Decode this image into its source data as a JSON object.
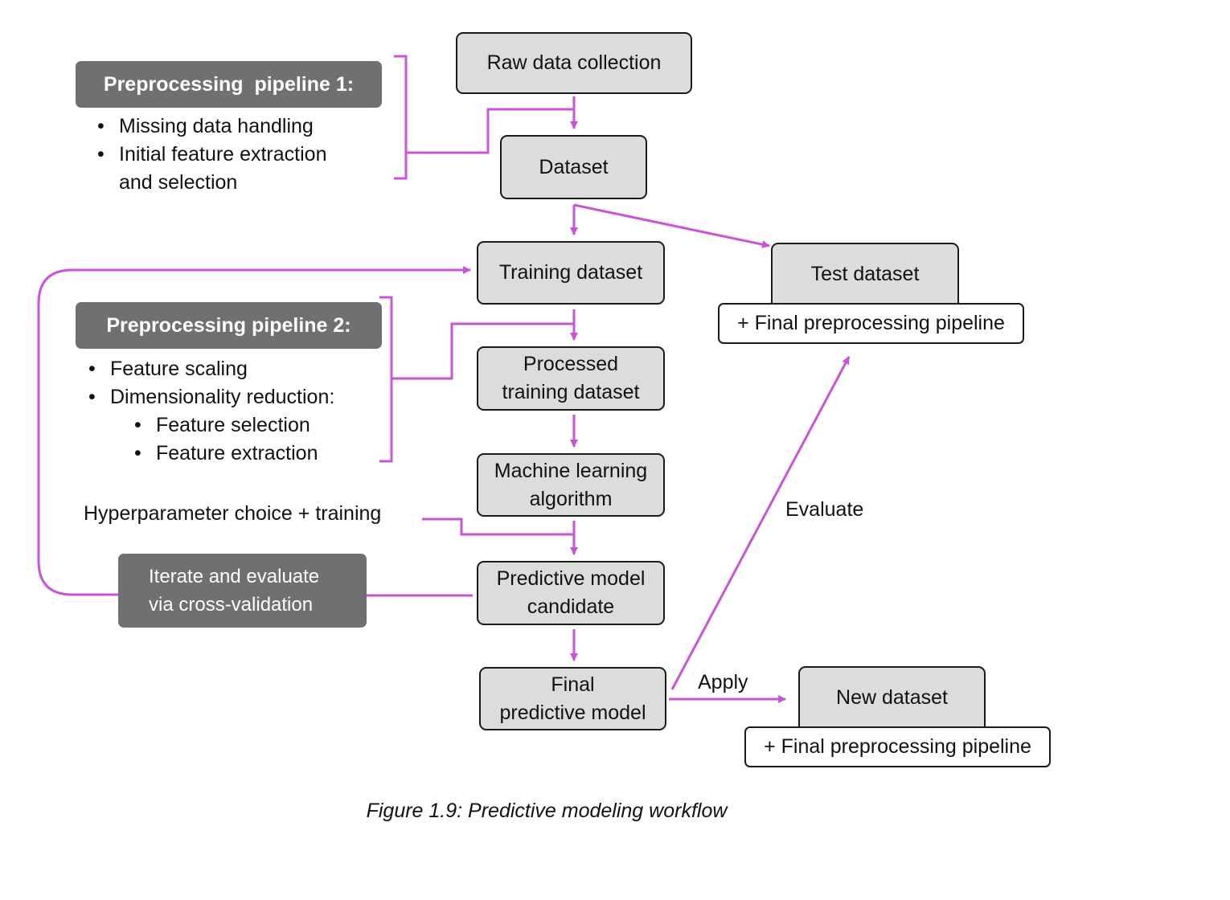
{
  "diagram": {
    "boxes": {
      "raw_data_collection": "Raw data collection",
      "dataset": "Dataset",
      "training_dataset": "Training dataset",
      "test_dataset": "Test dataset",
      "test_pipeline": "+ Final preprocessing pipeline",
      "processed_training_dataset": "Processed\ntraining dataset",
      "ml_algorithm": "Machine learning\nalgorithm",
      "predictive_model_candidate": "Predictive model\ncandidate",
      "final_predictive_model": "Final\npredictive model",
      "new_dataset": "New dataset",
      "new_pipeline": "+ Final preprocessing pipeline"
    },
    "pipeline1": {
      "title": "Preprocessing  pipeline 1:",
      "bullets": [
        "Missing data handling",
        "Initial feature extraction",
        "and selection"
      ]
    },
    "pipeline2": {
      "title": "Preprocessing pipeline 2:",
      "bullets": [
        "Feature scaling",
        "Dimensionality reduction:"
      ],
      "sub_bullets": [
        "Feature selection",
        "Feature extraction"
      ]
    },
    "iterate_box": "Iterate and evaluate\nvia cross-validation",
    "hyperparameter_label": "Hyperparameter choice + training",
    "evaluate_label": "Evaluate",
    "apply_label": "Apply",
    "caption": "Figure 1.9: Predictive modeling workflow",
    "colors": {
      "arrow": "#c955d6",
      "box_fill": "#dcdcdc",
      "dark_fill": "#707070"
    }
  }
}
